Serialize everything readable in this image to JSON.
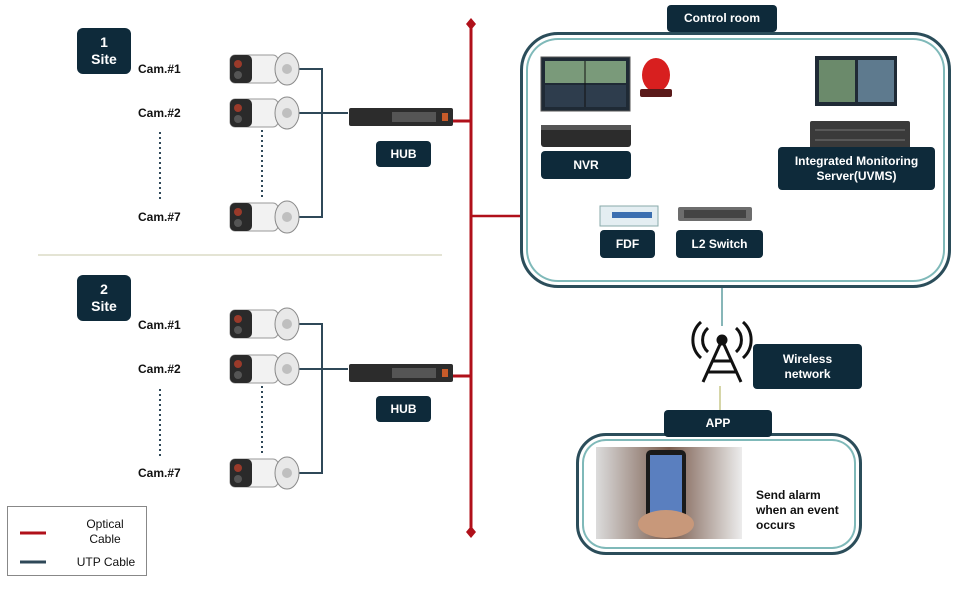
{
  "sites": [
    {
      "number": "1",
      "label": "Site",
      "cams": [
        "Cam.#1",
        "Cam.#2",
        "Cam.#7"
      ],
      "hub": "HUB"
    },
    {
      "number": "2",
      "label": "Site",
      "cams": [
        "Cam.#1",
        "Cam.#2",
        "Cam.#7"
      ],
      "hub": "HUB"
    }
  ],
  "control_room": {
    "title": "Control room",
    "nvr": "NVR",
    "server_line1": "Integrated Monitoring",
    "server_line2": "Server(UVMS)",
    "fdf": "FDF",
    "switch": "L2 Switch"
  },
  "wireless": {
    "line1": "Wireless",
    "line2": "network"
  },
  "app": {
    "title": "APP",
    "message_line1": "Send alarm",
    "message_line2": "when an event",
    "message_line3": "occurs"
  },
  "legend": {
    "optical_line1": "Optical",
    "optical_line2": "Cable",
    "utp": "UTP Cable"
  },
  "colors": {
    "optical": "#b0101a",
    "utp": "#2f4858",
    "badge": "#0e2a3a",
    "panel_border": "#2b4d5a",
    "teal_line": "#5f9ea0"
  }
}
